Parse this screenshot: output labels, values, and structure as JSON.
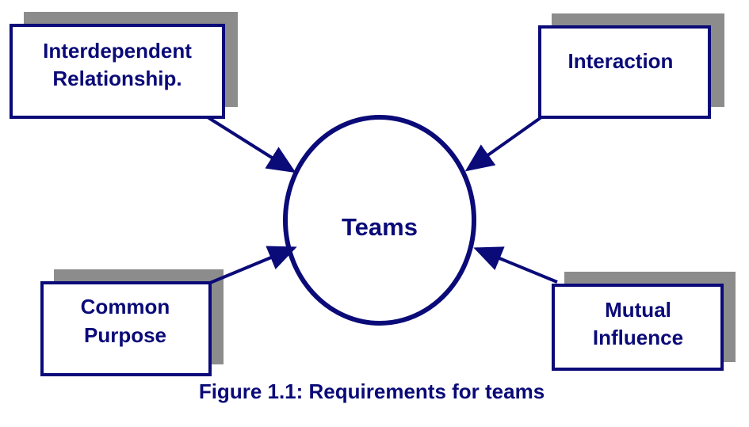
{
  "colors": {
    "primary": "#0a0a78",
    "shadow": "#8c8c8c",
    "background": "#ffffff"
  },
  "center": {
    "label": "Teams"
  },
  "nodes": {
    "interdependent": {
      "line1": "Interdependent",
      "line2": "Relationship."
    },
    "interaction": {
      "line1": "Interaction"
    },
    "common_purpose": {
      "line1": "Common",
      "line2": "Purpose"
    },
    "mutual_influence": {
      "line1": "Mutual",
      "line2": "Influence"
    }
  },
  "caption": "Figure 1.1: Requirements for teams"
}
